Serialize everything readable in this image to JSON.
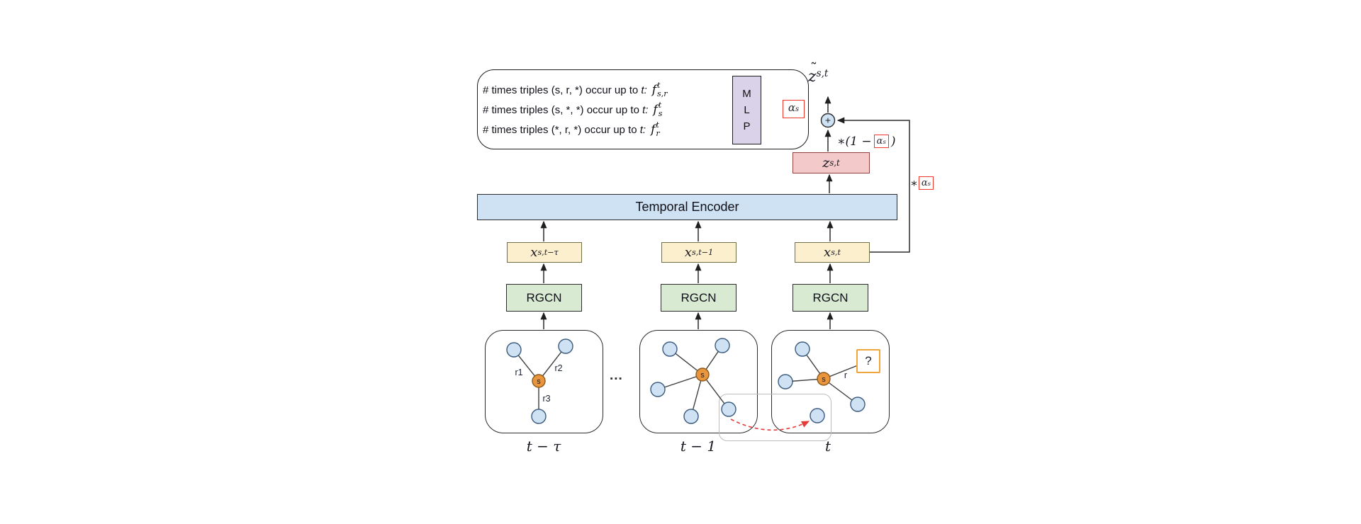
{
  "colors": {
    "light_blue": "#cfe2f3",
    "green": "#d9ead3",
    "yellow": "#fcefcd",
    "pink": "#f3c9c9",
    "purple": "#d9d2e9",
    "node_orange": "#e8953e",
    "alpha_box_red": "#f0372b",
    "red_dashed_arrow": "#e43b3b",
    "overlay_gray": "#bdbdbd"
  },
  "counts_panel": {
    "lines": [
      {
        "text": "# times triples (s, r, *) occur up to ",
        "tvar": "t:",
        "sym": {
          "base": "f",
          "sup": "t",
          "sub": "s,r"
        }
      },
      {
        "text": "# times triples (s, *, *) occur up to ",
        "tvar": "t:",
        "sym": {
          "base": "f",
          "sup": "t",
          "sub": "s"
        }
      },
      {
        "text": "# times triples (*, r, *) occur up to ",
        "tvar": "t:",
        "sym": {
          "base": "f",
          "sup": "t",
          "sub": "r"
        }
      }
    ],
    "mlp_letters": [
      "M",
      "L",
      "P"
    ]
  },
  "alpha": {
    "base": "α",
    "sub": "s"
  },
  "outputs": {
    "z_tilde": {
      "tilde": "˜",
      "base": "z",
      "sub": "s,t"
    },
    "plus": "+",
    "weight_top": {
      "prefix": "∗(1 −",
      "suffix": ")"
    },
    "weight_right": {
      "prefix": "∗"
    },
    "z": {
      "base": "z",
      "sub": "s,t"
    }
  },
  "temporal_encoder": {
    "label": "Temporal Encoder"
  },
  "columns": [
    {
      "x": {
        "base": "x",
        "sub": "s,t−τ"
      },
      "rgcn": "RGCN",
      "time": "t − τ"
    },
    {
      "x": {
        "base": "x",
        "sub": "s,t−1"
      },
      "rgcn": "RGCN",
      "time": "t − 1"
    },
    {
      "x": {
        "base": "x",
        "sub": "s,t"
      },
      "rgcn": "RGCN",
      "time": "t"
    }
  ],
  "graphs": {
    "ellipsis": "...",
    "panels": [
      {
        "s": "s",
        "edge_labels": [
          "r1",
          "r2",
          "r3"
        ]
      },
      {
        "s": "s"
      },
      {
        "s": "s",
        "edge_label": "r",
        "query": "?"
      }
    ]
  }
}
